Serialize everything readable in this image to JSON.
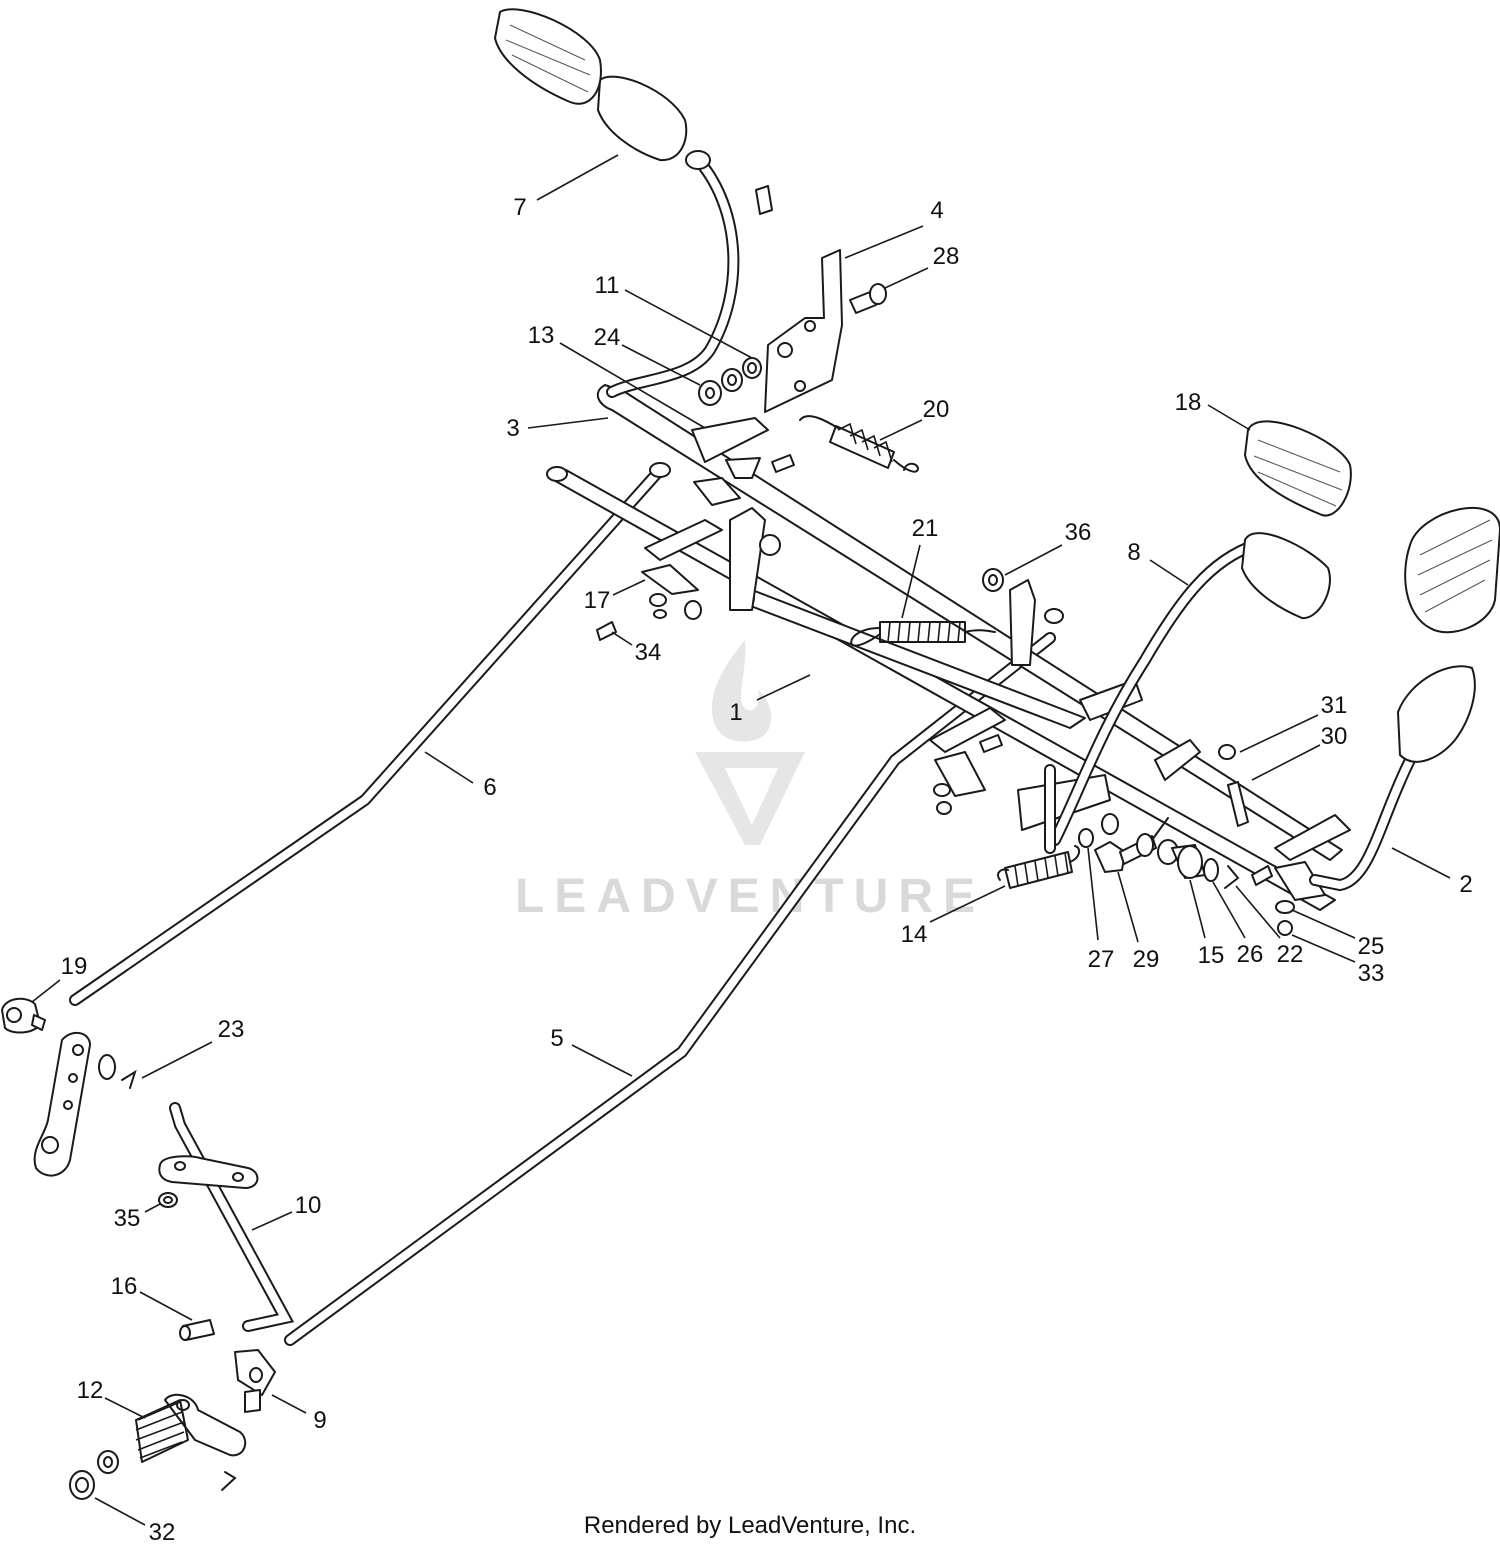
{
  "diagram": {
    "watermark": "LEADVENTURE",
    "footer": "Rendered by LeadVenture, Inc.",
    "callouts": [
      {
        "id": "c1",
        "label": "1"
      },
      {
        "id": "c2",
        "label": "2"
      },
      {
        "id": "c3",
        "label": "3"
      },
      {
        "id": "c4",
        "label": "4"
      },
      {
        "id": "c5",
        "label": "5"
      },
      {
        "id": "c6",
        "label": "6"
      },
      {
        "id": "c7",
        "label": "7"
      },
      {
        "id": "c8",
        "label": "8"
      },
      {
        "id": "c9",
        "label": "9"
      },
      {
        "id": "c10",
        "label": "10"
      },
      {
        "id": "c11",
        "label": "11"
      },
      {
        "id": "c12",
        "label": "12"
      },
      {
        "id": "c13",
        "label": "13"
      },
      {
        "id": "c14",
        "label": "14"
      },
      {
        "id": "c15",
        "label": "15"
      },
      {
        "id": "c16",
        "label": "16"
      },
      {
        "id": "c17",
        "label": "17"
      },
      {
        "id": "c18",
        "label": "18"
      },
      {
        "id": "c19",
        "label": "19"
      },
      {
        "id": "c20",
        "label": "20"
      },
      {
        "id": "c21",
        "label": "21"
      },
      {
        "id": "c22",
        "label": "22"
      },
      {
        "id": "c23",
        "label": "23"
      },
      {
        "id": "c24",
        "label": "24"
      },
      {
        "id": "c25",
        "label": "25"
      },
      {
        "id": "c26",
        "label": "26"
      },
      {
        "id": "c27",
        "label": "27"
      },
      {
        "id": "c28",
        "label": "28"
      },
      {
        "id": "c29",
        "label": "29"
      },
      {
        "id": "c30",
        "label": "30"
      },
      {
        "id": "c31",
        "label": "31"
      },
      {
        "id": "c32",
        "label": "32"
      },
      {
        "id": "c33",
        "label": "33"
      },
      {
        "id": "c34",
        "label": "34"
      },
      {
        "id": "c35",
        "label": "35"
      },
      {
        "id": "c36",
        "label": "36"
      }
    ]
  }
}
